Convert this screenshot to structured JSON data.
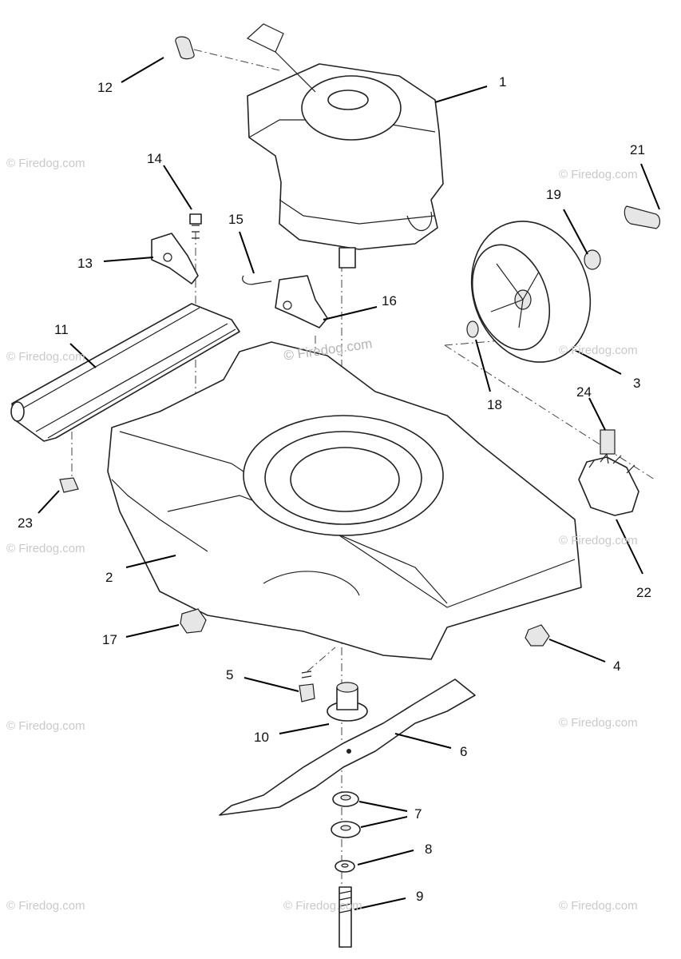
{
  "watermark": "© Firedog.com",
  "callouts": [
    "1",
    "2",
    "3",
    "4",
    "5",
    "6",
    "7",
    "8",
    "9",
    "10",
    "11",
    "12",
    "13",
    "14",
    "15",
    "16",
    "17",
    "18",
    "19",
    "21",
    "22",
    "23",
    "24"
  ]
}
